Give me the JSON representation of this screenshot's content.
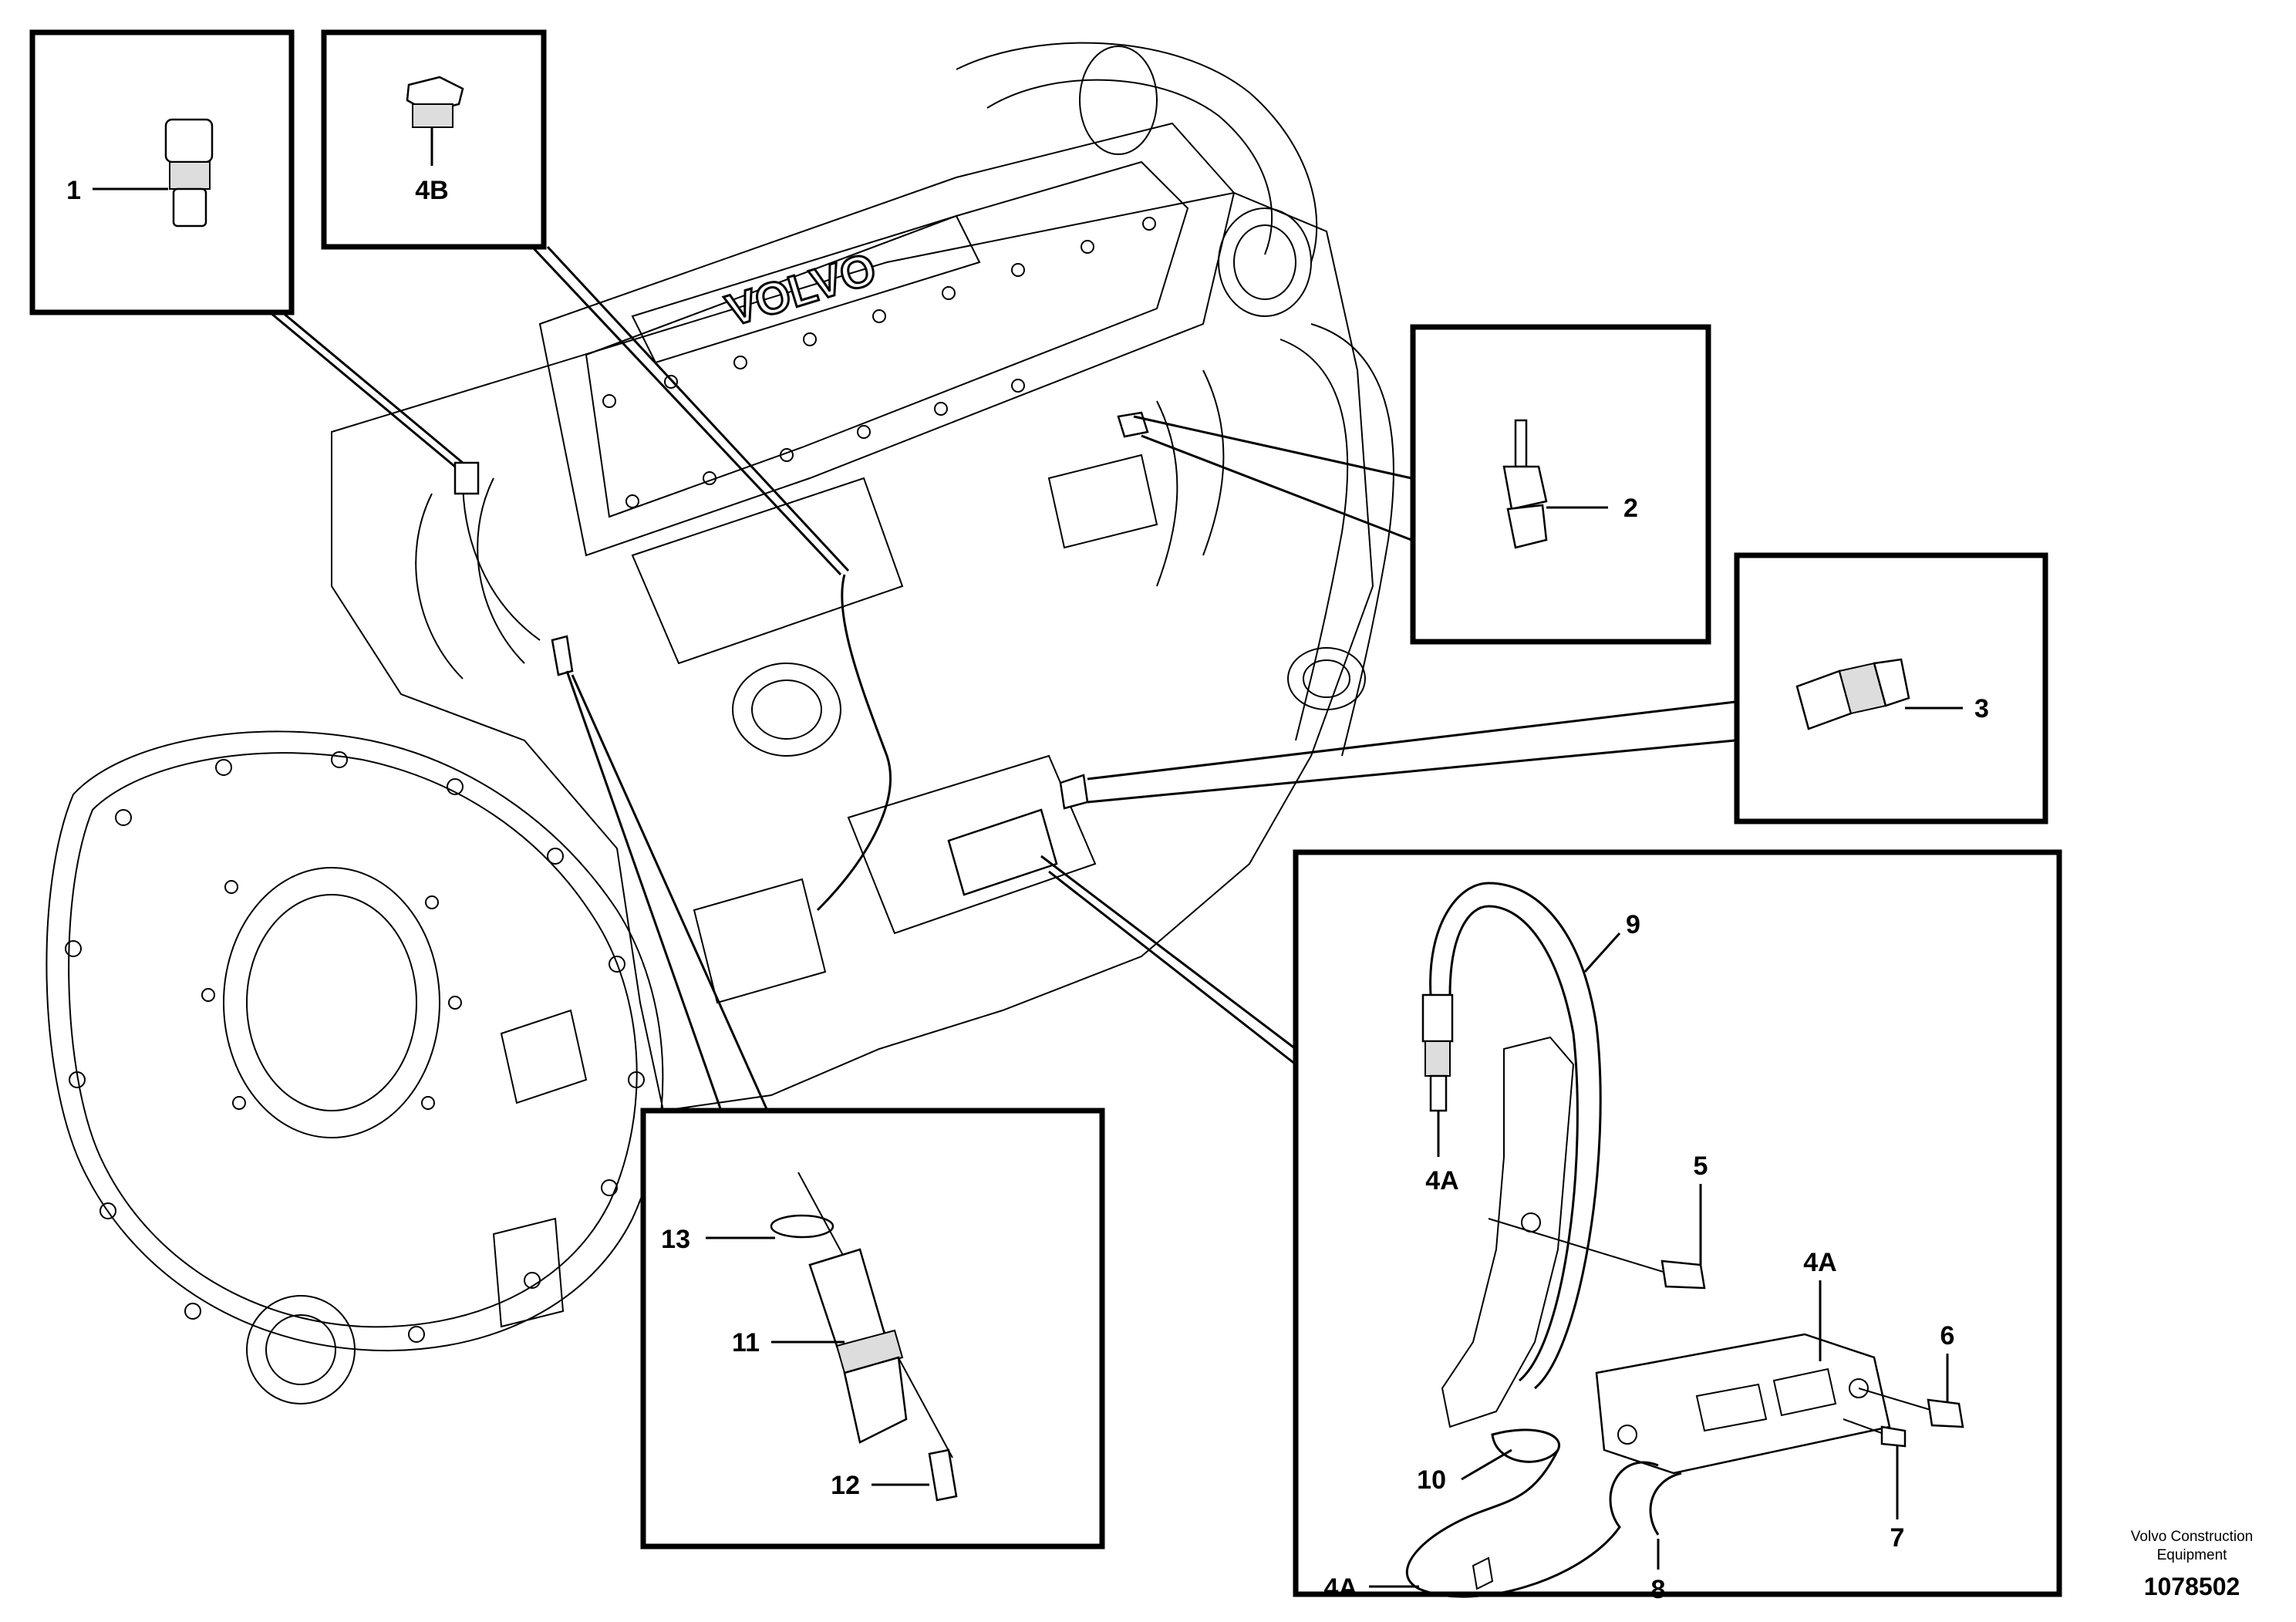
{
  "diagram": {
    "engine_brand": "VOLVO",
    "callouts": {
      "c1": "1",
      "c2": "2",
      "c3": "3",
      "c4a_hose": "4A",
      "c4a_unit": "4A",
      "c4a_cable": "4A",
      "c4b": "4B",
      "c5": "5",
      "c6": "6",
      "c7": "7",
      "c8": "8",
      "c9": "9",
      "c10": "10",
      "c11": "11",
      "c12": "12",
      "c13": "13"
    },
    "credit_line1": "Volvo Construction",
    "credit_line2": "Equipment",
    "doc_number": "1078502"
  }
}
